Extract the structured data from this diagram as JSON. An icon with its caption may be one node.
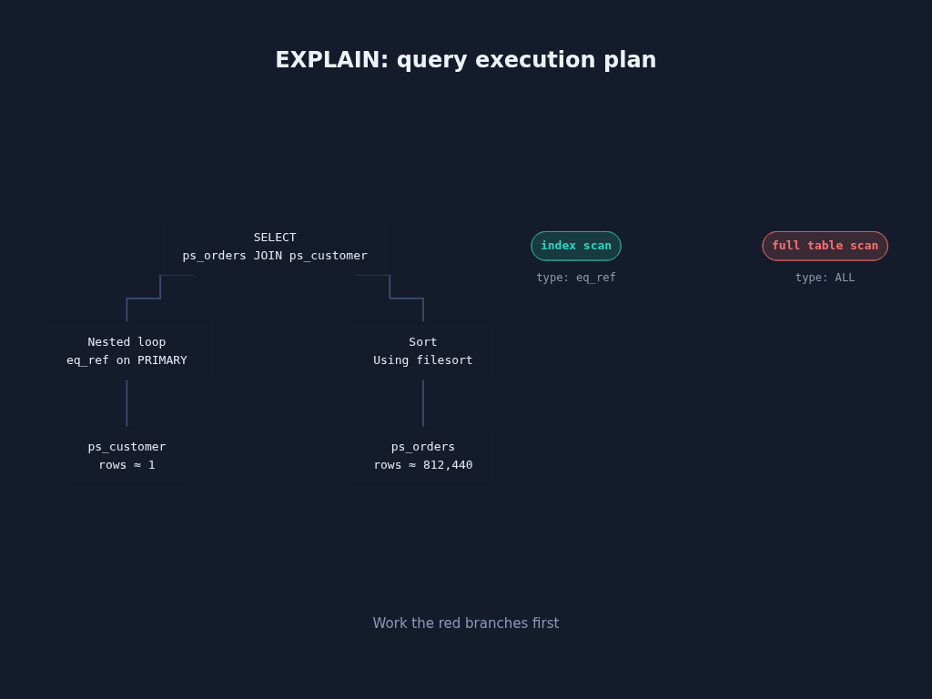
{
  "diagram": {
    "title": "EXPLAIN: query execution plan",
    "caption": "Work the red branches first",
    "nodes": [
      {
        "text": [
          "SELECT",
          "ps_orders JOIN ps_customer"
        ]
      },
      {
        "text": [
          "Nested loop",
          "eq_ref on PRIMARY"
        ]
      },
      {
        "text": [
          "Sort",
          "Using filesort"
        ]
      },
      {
        "text": [
          "ps_customer",
          "rows ≈ 1"
        ]
      },
      {
        "text": [
          "ps_orders",
          "rows ≈ 812,440"
        ]
      },
      {
        "text": [
          "index scan"
        ],
        "beside": [
          "type: eq_ref"
        ]
      },
      {
        "text": [
          "full table scan"
        ],
        "beside": [
          "type: ALL"
        ]
      }
    ],
    "edges": [
      {
        "from": 0,
        "to": 1,
        "arrow": "none"
      },
      {
        "from": 0,
        "to": 2,
        "arrow": "none"
      },
      {
        "from": 1,
        "to": 3,
        "arrow": "none"
      },
      {
        "from": 2,
        "to": 4,
        "arrow": "none"
      }
    ]
  }
}
